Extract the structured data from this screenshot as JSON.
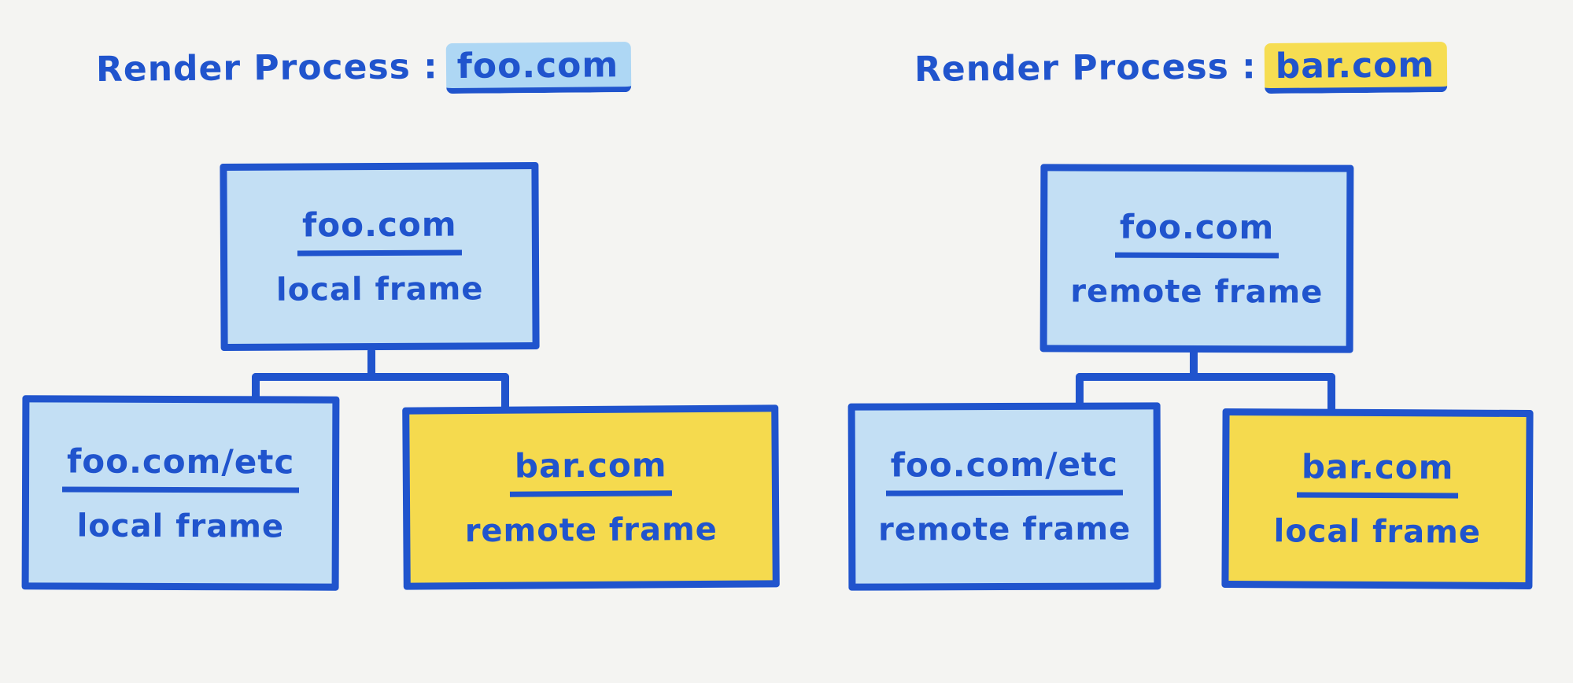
{
  "colors": {
    "background": "#f4f4f2",
    "ink": "#2054cd",
    "blue_fill": "#c3dff4",
    "yellow_fill": "#f5da4e",
    "highlight_blue": "#aed7f4",
    "highlight_yellow": "#f6dd52"
  },
  "trees": [
    {
      "title_prefix": "Render Process :",
      "title_domain": "foo.com",
      "title_highlight": "blue",
      "root": {
        "domain": "foo.com",
        "frame": "local frame",
        "fill": "blue"
      },
      "children": [
        {
          "domain": "foo.com/etc",
          "frame": "local frame",
          "fill": "blue"
        },
        {
          "domain": "bar.com",
          "frame": "remote frame",
          "fill": "yellow"
        }
      ]
    },
    {
      "title_prefix": "Render Process :",
      "title_domain": "bar.com",
      "title_highlight": "yellow",
      "root": {
        "domain": "foo.com",
        "frame": "remote frame",
        "fill": "blue"
      },
      "children": [
        {
          "domain": "foo.com/etc",
          "frame": "remote frame",
          "fill": "blue"
        },
        {
          "domain": "bar.com",
          "frame": "local frame",
          "fill": "yellow"
        }
      ]
    }
  ]
}
